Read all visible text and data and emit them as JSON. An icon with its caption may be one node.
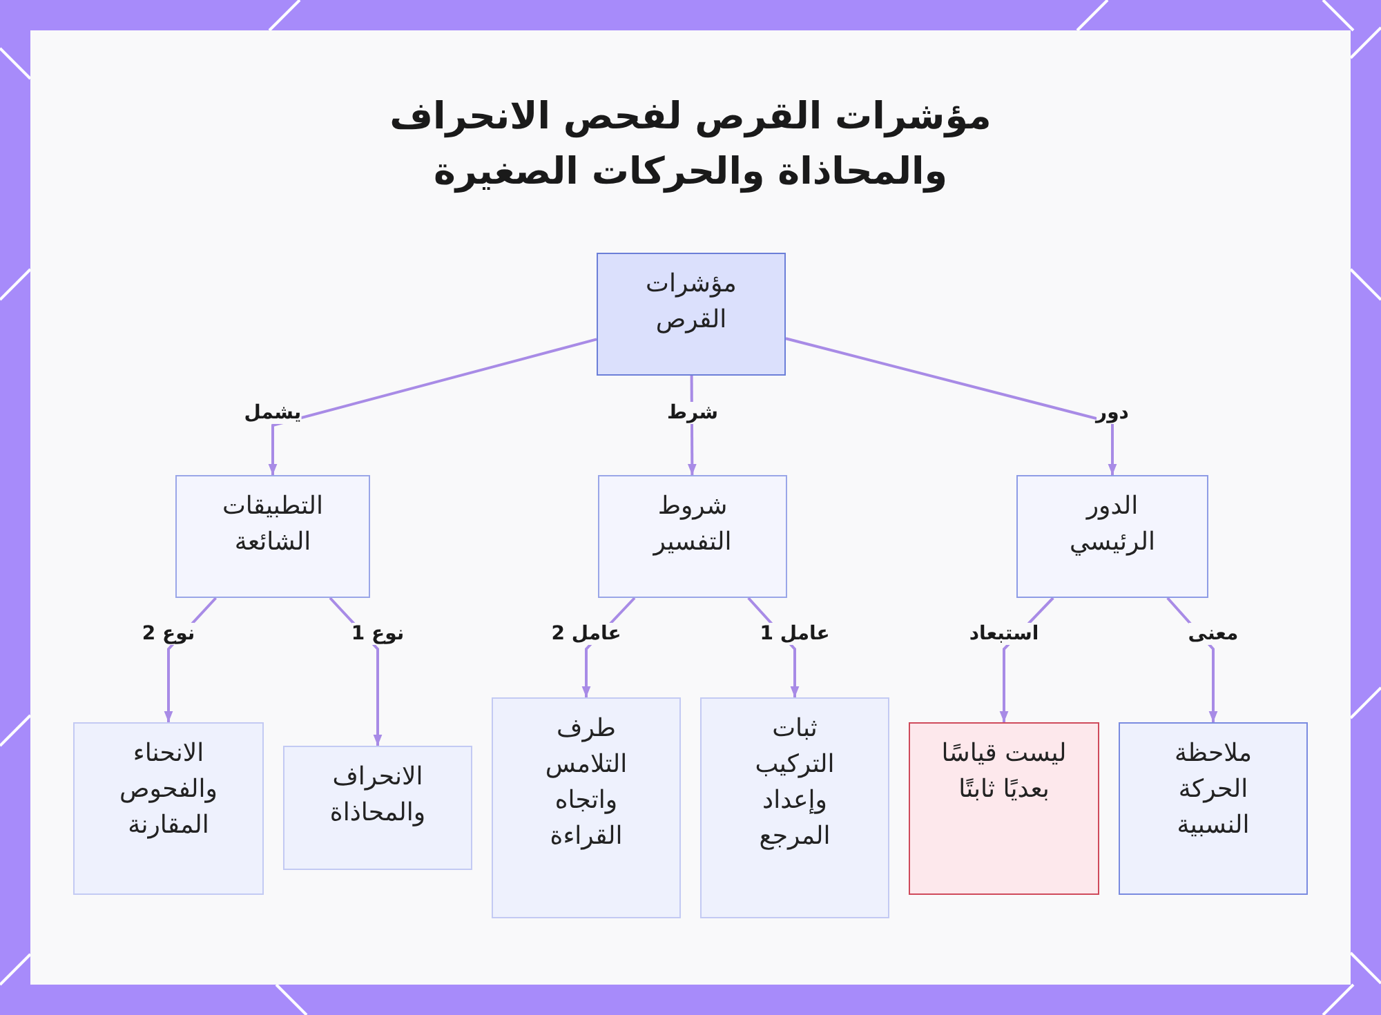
{
  "diagram": {
    "title": "مؤشرات القرص لفحص الانحراف والمحاذاة والحركات الصغيرة",
    "nodes": [
      {
        "text": [
          "مؤشرات القرص"
        ]
      },
      {
        "text": [
          "الدور الرئيسي"
        ]
      },
      {
        "text": [
          "شروط التفسير"
        ]
      },
      {
        "text": [
          "التطبيقات الشائعة"
        ]
      },
      {
        "text": [
          "ملاحظة الحركة النسبية"
        ]
      },
      {
        "text": [
          "ليست قياسًا بعديًا ثابتًا"
        ]
      },
      {
        "text": [
          "ثبات التركيب وإعداد المرجع"
        ]
      },
      {
        "text": [
          "طرف التلامس واتجاه القراءة"
        ]
      },
      {
        "text": [
          "الانحراف والمحاذاة"
        ]
      },
      {
        "text": [
          "الانحناء والفحوص المقارنة"
        ]
      }
    ],
    "edges": [
      {
        "from": 0,
        "to": 1,
        "arrow": "to",
        "label": "دور"
      },
      {
        "from": 0,
        "to": 2,
        "arrow": "to",
        "label": "شرط"
      },
      {
        "from": 0,
        "to": 3,
        "arrow": "to",
        "label": "يشمل"
      },
      {
        "from": 1,
        "to": 4,
        "arrow": "to",
        "label": "معنى"
      },
      {
        "from": 1,
        "to": 5,
        "arrow": "to",
        "label": "استبعاد"
      },
      {
        "from": 2,
        "to": 6,
        "arrow": "to",
        "label": "عامل 1"
      },
      {
        "from": 2,
        "to": 7,
        "arrow": "to",
        "label": "عامل 2"
      },
      {
        "from": 3,
        "to": 8,
        "arrow": "to",
        "label": "نوع 1"
      },
      {
        "from": 3,
        "to": 9,
        "arrow": "to",
        "label": "نوع 2"
      }
    ]
  }
}
